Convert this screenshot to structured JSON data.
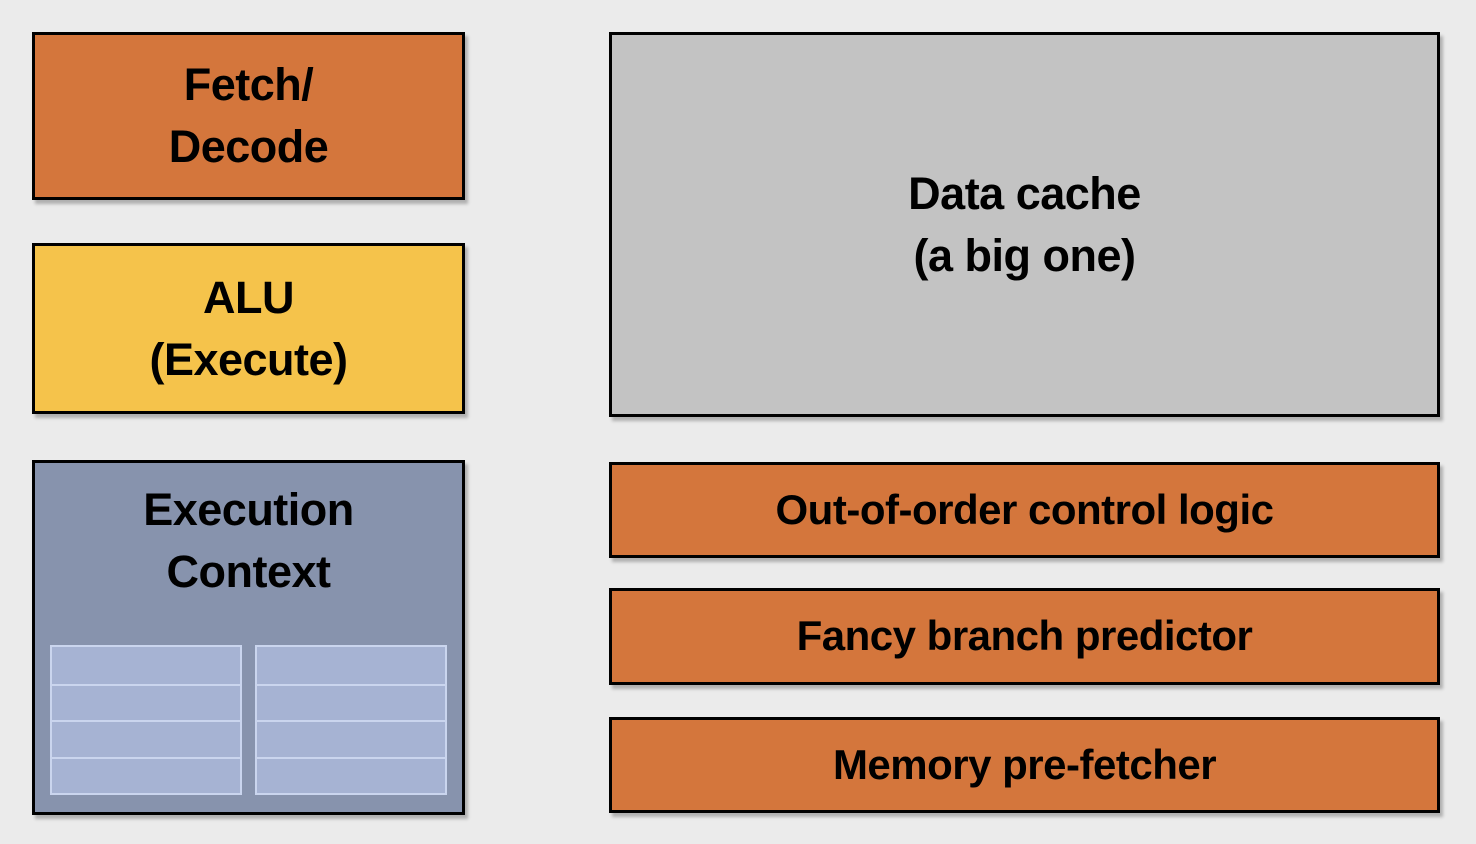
{
  "colors": {
    "background": "#EBEBEB",
    "orange": "#D4763C",
    "yellow": "#F5C34B",
    "slate": "#8793AD",
    "register_fill": "#A6B3D3",
    "register_border": "#CAD5EE",
    "cache_gray": "#C3C3C3",
    "box_border": "#000000",
    "text": "#000000"
  },
  "blocks": {
    "fetch_decode": {
      "line1": "Fetch/",
      "line2": "Decode"
    },
    "alu": {
      "line1": "ALU",
      "line2": "(Execute)"
    },
    "execution_context": {
      "line1": "Execution",
      "line2": "Context"
    },
    "data_cache": {
      "line1": "Data cache",
      "line2": "(a big one)"
    },
    "bars": [
      "Out-of-order control logic",
      "Fancy branch predictor",
      "Memory pre-fetcher"
    ]
  },
  "register_tables": {
    "count": 2,
    "rows_per_table": 4
  }
}
